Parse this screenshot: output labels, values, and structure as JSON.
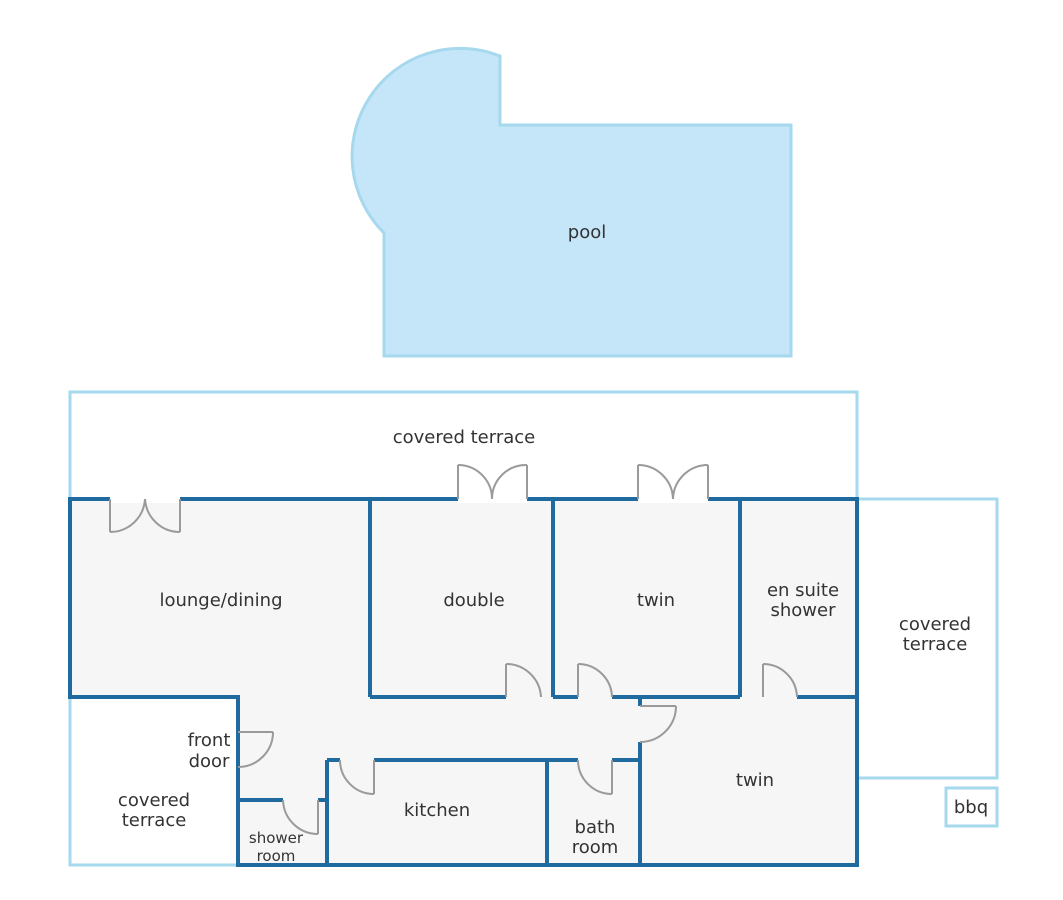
{
  "colors": {
    "pool_fill": "#c5e5f8",
    "pool_stroke": "#a6d8ee",
    "wall": "#1f6a9e",
    "terrace_outline": "#a6d8ee",
    "room_fill": "#f6f6f6",
    "door": "#9a9a9a",
    "text": "#333333"
  },
  "labels": {
    "pool": "pool",
    "covered_terrace_top": "covered terrace",
    "covered_terrace_right_1": "covered",
    "covered_terrace_right_2": "terrace",
    "covered_terrace_left_1": "covered",
    "covered_terrace_left_2": "terrace",
    "lounge_dining": "lounge/dining",
    "double": "double",
    "twin_top": "twin",
    "en_suite_1": "en suite",
    "en_suite_2": "shower",
    "twin_bottom": "twin",
    "front_door_1": "front",
    "front_door_2": "door",
    "kitchen": "kitchen",
    "bath_room_1": "bath",
    "bath_room_2": "room",
    "shower_room_1": "shower",
    "shower_room_2": "room",
    "bbq": "bbq"
  }
}
